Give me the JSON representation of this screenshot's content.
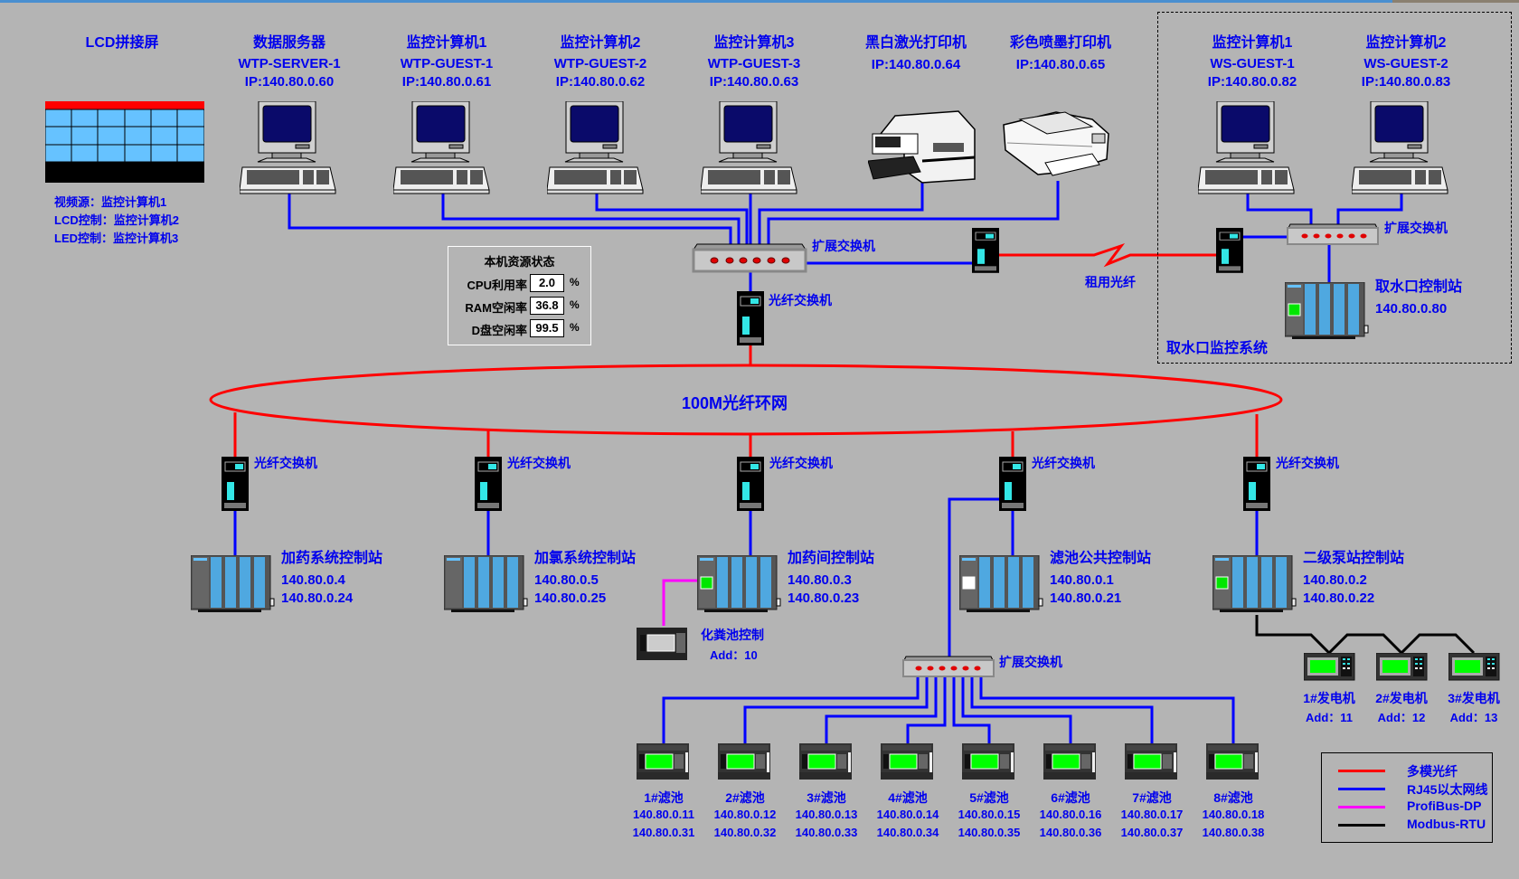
{
  "colors": {
    "background": "#b4b4b4",
    "label": "#0000ee",
    "fiber": "#ff0000",
    "ethernet": "#0000ff",
    "profibus": "#ff00ff",
    "modbus": "#000000"
  },
  "lcd": {
    "title": "LCD拼接屏",
    "notes": [
      "视频源：监控计算机1",
      "LCD控制：监控计算机2",
      "LED控制：监控计算机3"
    ]
  },
  "top_devices": [
    {
      "title": "数据服务器",
      "host": "WTP-SERVER-1",
      "ip": "IP:140.80.0.60",
      "icon": "computer-icon"
    },
    {
      "title": "监控计算机1",
      "host": "WTP-GUEST-1",
      "ip": "IP:140.80.0.61",
      "icon": "computer-icon"
    },
    {
      "title": "监控计算机2",
      "host": "WTP-GUEST-2",
      "ip": "IP:140.80.0.62",
      "icon": "computer-icon"
    },
    {
      "title": "监控计算机3",
      "host": "WTP-GUEST-3",
      "ip": "IP:140.80.0.63",
      "icon": "computer-icon"
    },
    {
      "title": "黑白激光打印机",
      "ip": "IP:140.80.0.64",
      "icon": "laser-printer-icon"
    },
    {
      "title": "彩色喷墨打印机",
      "ip": "IP:140.80.0.65",
      "icon": "inkjet-printer-icon"
    }
  ],
  "intake": {
    "devices": [
      {
        "title": "监控计算机1",
        "host": "WS-GUEST-1",
        "ip": "IP:140.80.0.82"
      },
      {
        "title": "监控计算机2",
        "host": "WS-GUEST-2",
        "ip": "IP:140.80.0.83"
      }
    ],
    "switch_label": "扩展交换机",
    "station_name": "取水口控制站",
    "station_ip": "140.80.0.80",
    "system_label": "取水口监控系统"
  },
  "leased_fiber_label": "租用光纤",
  "central": {
    "switch_label": "扩展交换机",
    "fiber_switch_label": "光纤交换机"
  },
  "resource": {
    "title": "本机资源状态",
    "rows": [
      {
        "label": "CPU利用率",
        "value": "2.0",
        "unit": "%"
      },
      {
        "label": "RAM空闲率",
        "value": "36.8",
        "unit": "%"
      },
      {
        "label": "D盘空闲率",
        "value": "99.5",
        "unit": "%"
      }
    ]
  },
  "ring_label": "100M光纤环网",
  "stations": [
    {
      "fiber_switch": "光纤交换机",
      "name": "加药系统控制站",
      "ip1": "140.80.0.4",
      "ip2": "140.80.0.24"
    },
    {
      "fiber_switch": "光纤交换机",
      "name": "加氯系统控制站",
      "ip1": "140.80.0.5",
      "ip2": "140.80.0.25"
    },
    {
      "fiber_switch": "光纤交换机",
      "name": "加药间控制站",
      "ip1": "140.80.0.3",
      "ip2": "140.80.0.23"
    },
    {
      "fiber_switch": "光纤交换机",
      "name": "滤池公共控制站",
      "ip1": "140.80.0.1",
      "ip2": "140.80.0.21"
    },
    {
      "fiber_switch": "光纤交换机",
      "name": "二级泵站控制站",
      "ip1": "140.80.0.2",
      "ip2": "140.80.0.22"
    }
  ],
  "septic": {
    "name": "化粪池控制",
    "addr": "Add：10"
  },
  "filter_switch_label": "扩展交换机",
  "filters": [
    {
      "name": "1#滤池",
      "ip1": "140.80.0.11",
      "ip2": "140.80.0.31"
    },
    {
      "name": "2#滤池",
      "ip1": "140.80.0.12",
      "ip2": "140.80.0.32"
    },
    {
      "name": "3#滤池",
      "ip1": "140.80.0.13",
      "ip2": "140.80.0.33"
    },
    {
      "name": "4#滤池",
      "ip1": "140.80.0.14",
      "ip2": "140.80.0.34"
    },
    {
      "name": "5#滤池",
      "ip1": "140.80.0.15",
      "ip2": "140.80.0.35"
    },
    {
      "name": "6#滤池",
      "ip1": "140.80.0.16",
      "ip2": "140.80.0.36"
    },
    {
      "name": "7#滤池",
      "ip1": "140.80.0.17",
      "ip2": "140.80.0.37"
    },
    {
      "name": "8#滤池",
      "ip1": "140.80.0.18",
      "ip2": "140.80.0.38"
    }
  ],
  "generators": [
    {
      "name": "1#发电机",
      "addr": "Add：11"
    },
    {
      "name": "2#发电机",
      "addr": "Add：12"
    },
    {
      "name": "3#发电机",
      "addr": "Add：13"
    }
  ],
  "legend": [
    {
      "label": "多模光纤",
      "color": "#ff0000"
    },
    {
      "label": "RJ45以太网线",
      "color": "#0000ff"
    },
    {
      "label": "ProfiBus-DP",
      "color": "#ff00ff"
    },
    {
      "label": "Modbus-RTU",
      "color": "#000000"
    }
  ]
}
